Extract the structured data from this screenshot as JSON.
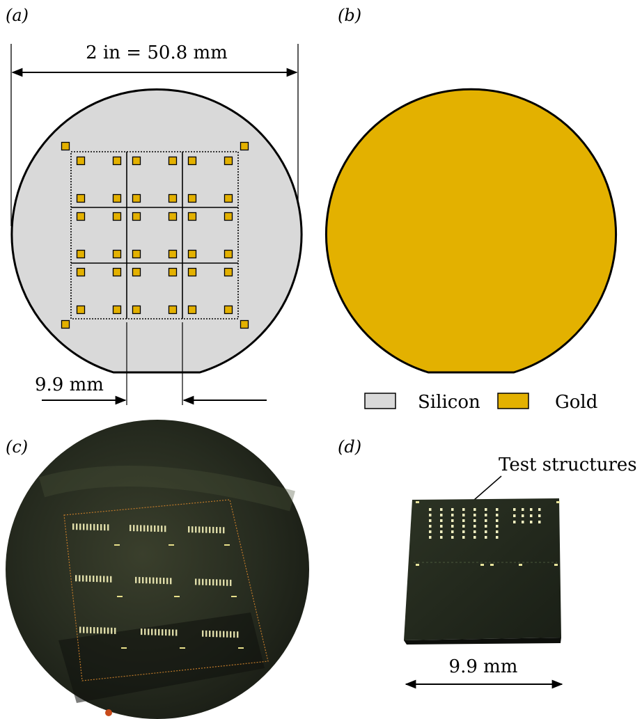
{
  "panels": {
    "a": {
      "label": "(a)",
      "diameter_label": "2 in = 50.8 mm",
      "pitch_label": "9.9 mm"
    },
    "b": {
      "label": "(b)"
    },
    "c": {
      "label": "(c)"
    },
    "d": {
      "label": "(d)",
      "annotation": "Test structures",
      "width_label": "9.9 mm"
    }
  },
  "legend": [
    {
      "name": "Silicon",
      "color": "#d9d9d9"
    },
    {
      "name": "Gold",
      "color": "#e3b100"
    }
  ],
  "colors": {
    "silicon": "#d9d9d9",
    "gold": "#e3b100",
    "outline": "#000000",
    "photo_dark": "#20261a"
  }
}
